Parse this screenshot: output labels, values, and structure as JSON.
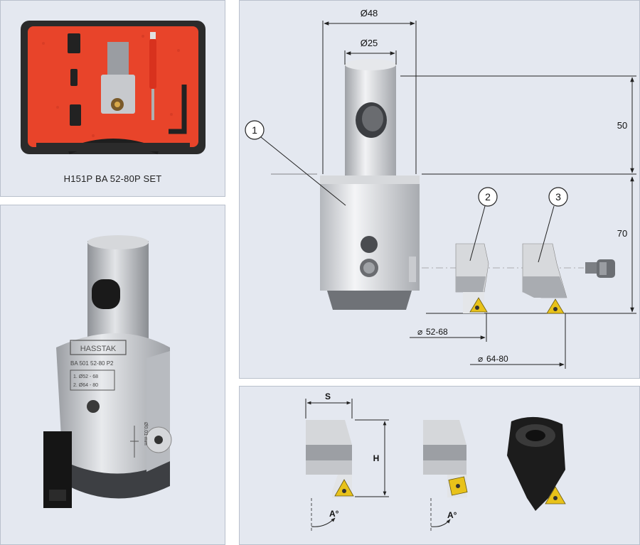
{
  "kit_photo": {
    "caption": "H151P  BA 52-80P SET"
  },
  "head_photo": {
    "brand_logo": "HASSTAK",
    "model": "BA 501  52-80 P2",
    "range_1": "1. Ø52 - 68",
    "range_2": "2. Ø64 - 80",
    "scale_label": "Ø0.01 mm"
  },
  "technical_drawing": {
    "dim_outer_diameter": "Ø48",
    "dim_shank_diameter": "Ø25",
    "dim_shank_length": "50",
    "dim_body_length": "70",
    "callout_1": "1",
    "callout_2": "2",
    "callout_3": "3",
    "range_insert_2": "52-68",
    "range_insert_3": "64-80"
  },
  "insert_drawing": {
    "dim_width": "S",
    "dim_height": "H",
    "angle_left": "A°",
    "angle_right": "A°"
  },
  "colors": {
    "panel_bg": "#e4e8f0",
    "case_red": "#e8442a",
    "insert_gold": "#e8c21a",
    "steel": "#c9ccd2",
    "dark_steel": "#55585e"
  }
}
